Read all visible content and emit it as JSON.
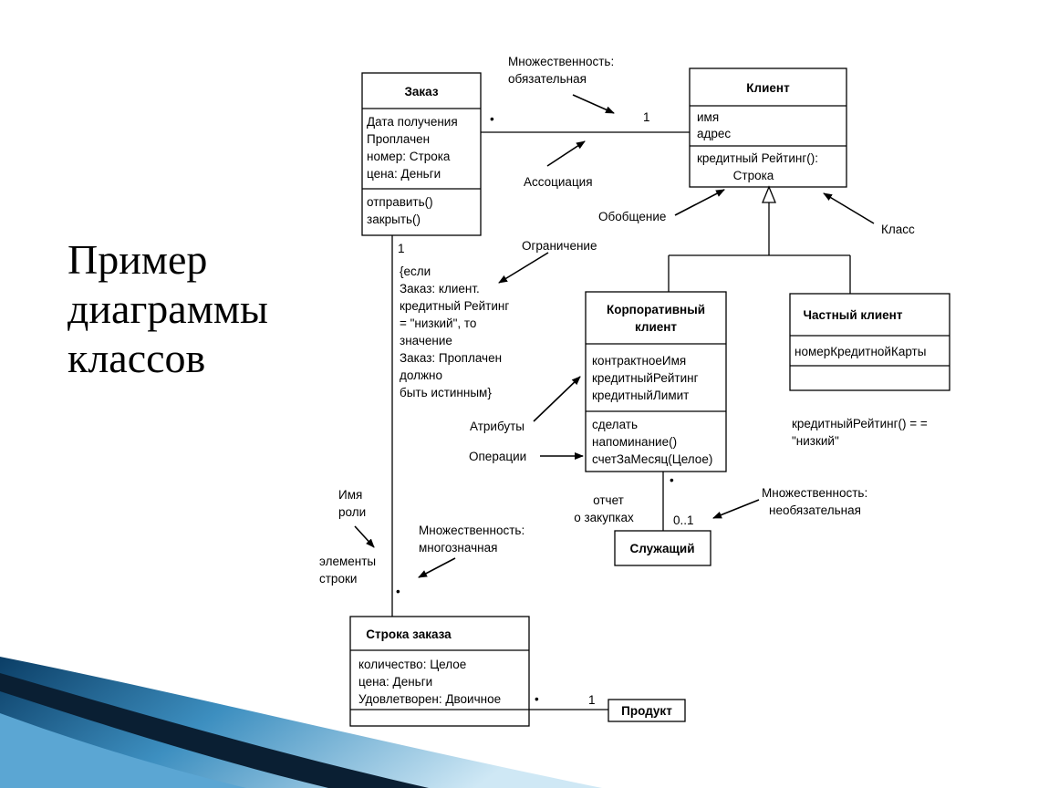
{
  "title_lines": [
    "Пример",
    "диаграммы",
    "классов"
  ],
  "classes": {
    "zakaz": {
      "name": "Заказ",
      "attributes": [
        "Дата получения",
        "Проплачен",
        "номер: Строка",
        "цена: Деньги"
      ],
      "operations": [
        "отправить()",
        "закрыть()"
      ]
    },
    "klient": {
      "name": "Клиент",
      "attributes": [
        "имя",
        "адрес"
      ],
      "operations": [
        "кредитный Рейтинг():",
        "Строка"
      ]
    },
    "korp": {
      "name_lines": [
        "Корпоративный",
        "клиент"
      ],
      "attributes": [
        "контрактноеИмя",
        "кредитныйРейтинг",
        "кредитныйЛимит"
      ],
      "operations": [
        "сделать",
        "напоминание()",
        "счетЗаМесяц(Целое)"
      ]
    },
    "chast": {
      "name": "Частный клиент",
      "attributes": [
        "номерКредитнойКарты"
      ]
    },
    "sluzh": {
      "name": "Служащий"
    },
    "stroka": {
      "name": "Строка заказа",
      "attributes": [
        "количество: Целое",
        "цена: Деньги",
        "Удовлетворен: Двоичное"
      ]
    },
    "produkt": {
      "name": "Продукт"
    }
  },
  "annotations": {
    "mnozh_obyaz": [
      "Множественность:",
      "обязательная"
    ],
    "assoc": "Ассоциация",
    "obobsh": "Обобщение",
    "klass": "Класс",
    "ogran": "Ограничение",
    "constraint": [
      "{если",
      "Заказ: клиент.",
      "кредитный Рейтинг",
      "= \"низкий\", то",
      "значение",
      "Заказ: Проплачен",
      "должно",
      "быть истинным}"
    ],
    "atrib": "Атрибуты",
    "oper": "Операции",
    "otchet": [
      "отчет",
      "о закупках"
    ],
    "mnozh_neobyaz": [
      "Множественность:",
      "необязательная"
    ],
    "rol": [
      "Имя",
      "роли"
    ],
    "elem": [
      "элементы",
      "строки"
    ],
    "mnozh_mnogo": [
      "Множественность:",
      "многозначная"
    ],
    "note_private": [
      "кредитныйРейтинг() = =",
      "\"низкий\""
    ]
  },
  "multiplicities": {
    "zakaz_klient_one": "1",
    "zakaz_stroka_one": "1",
    "korp_sluzh": "0..1",
    "stroka_produkt_one": "1",
    "many": "•"
  }
}
